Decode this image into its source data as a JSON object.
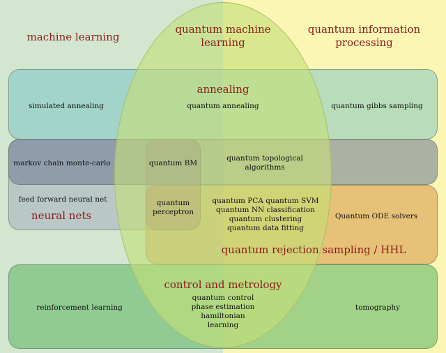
{
  "headings": {
    "machine_learning": "machine learning",
    "quantum_machine_learning": [
      "quantum machine",
      "learning"
    ],
    "quantum_information_processing": [
      "quantum information",
      "processing"
    ],
    "annealing": "annealing",
    "neural_nets": "neural nets",
    "hhl": "quantum rejection sampling / HHL",
    "control": "control and metrology"
  },
  "items": {
    "simulated_annealing": "simulated annealing",
    "quantum_annealing": "quantum annealing",
    "quantum_gibbs_sampling": "quantum gibbs sampling",
    "mcmc": "markov chain monte-carlo",
    "quantum_bm": "quantum BM",
    "quantum_topological": [
      "quantum topological",
      "algorithms"
    ],
    "feed_forward": "feed forward neural net",
    "quantum_perceptron": [
      "quantum",
      "perceptron"
    ],
    "quantum_algorithms": [
      "quantum PCA quantum SVM",
      "quantum NN classification",
      "quantum clustering",
      "quantum data fitting"
    ],
    "quantum_ode": "Quantum ODE solvers",
    "reinforcement": "reinforcement learning",
    "quantum_control": [
      "quantum control",
      "phase estimation",
      "hamiltonian",
      "learning"
    ],
    "tomography": "tomography"
  },
  "colors": {
    "heading": "#8b1a1a",
    "ml_background": "#d3e6cf",
    "qip_background": "#fbf6b4",
    "qml_ellipse": "#c4de78",
    "annealing_band": "#68bec4",
    "mcmc_band": "#6e7896",
    "neural_nets_band": "#a0aabe",
    "hhl_band": "#d69646",
    "control_band": "#5ab464"
  }
}
